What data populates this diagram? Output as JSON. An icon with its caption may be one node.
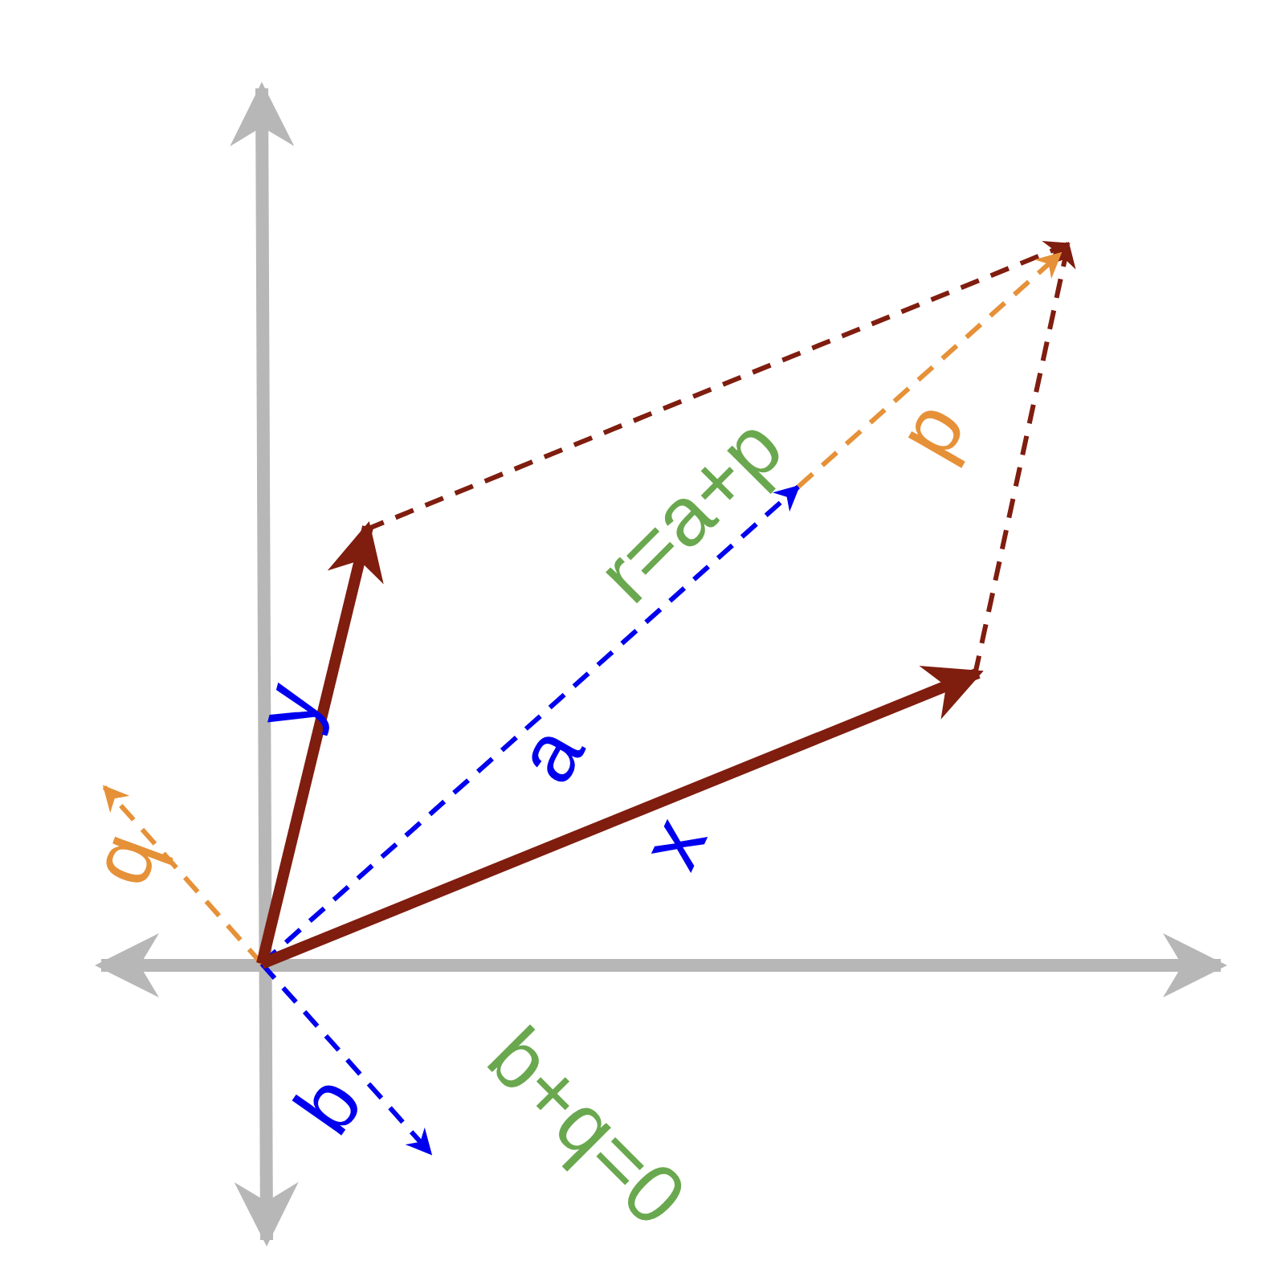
{
  "diagram": {
    "labels": [
      "r=a+p",
      "p",
      "y",
      "a",
      "x",
      "q",
      "b",
      "b+q=0"
    ]
  }
}
